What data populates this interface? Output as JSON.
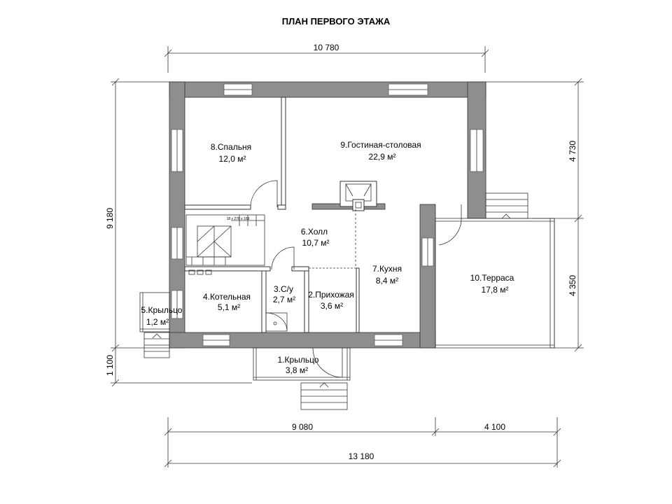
{
  "title": "ПЛАН ПЕРВОГО ЭТАЖА",
  "dimensions": {
    "top": "10 780",
    "left_total": "9 180",
    "left_porch": "1 100",
    "right_upper": "4 730",
    "right_lower": "4 350",
    "bottom_left": "9 080",
    "bottom_right": "4 100",
    "bottom_total": "13 180"
  },
  "stair_note": "18 x 278 x 169",
  "rooms": [
    {
      "name": "1.Крыльцо",
      "area": "3,8 м²"
    },
    {
      "name": "2.Прихожая",
      "area": "3,6 м²"
    },
    {
      "name": "3.С/у",
      "area": "2,7 м²"
    },
    {
      "name": "4.Котельная",
      "area": "5,1 м²"
    },
    {
      "name": "5.Крыльцо",
      "area": "1,2 м²"
    },
    {
      "name": "6.Холл",
      "area": "10,7 м²"
    },
    {
      "name": "7.Кухня",
      "area": "8,4 м²"
    },
    {
      "name": "8.Спальня",
      "area": "12,0 м²"
    },
    {
      "name": "9.Гостиная-столовая",
      "area": "22,9 м²"
    },
    {
      "name": "10.Терраса",
      "area": "17,8 м²"
    }
  ]
}
